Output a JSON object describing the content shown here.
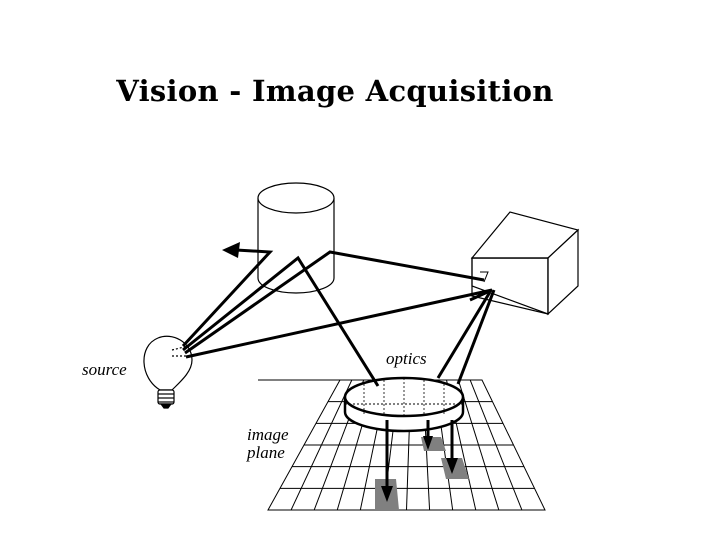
{
  "slide": {
    "title": "Vision - Image Acquisition"
  },
  "diagram": {
    "labels": {
      "source": "source",
      "optics": "optics",
      "image_plane_line1": "image",
      "image_plane_line2": "plane"
    }
  }
}
